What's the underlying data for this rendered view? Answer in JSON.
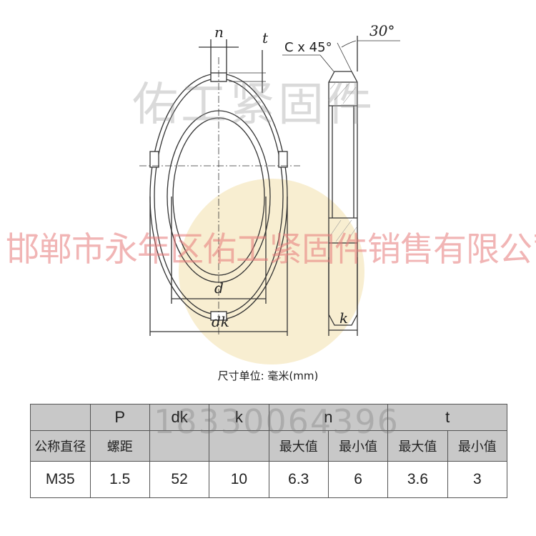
{
  "drawing": {
    "labels": {
      "n": "n",
      "t": "t",
      "chamfer": "C x 45°",
      "angle": "30°",
      "d": "d",
      "dk": "dk",
      "k": "k"
    },
    "watermark_top": "佑工紧固件",
    "watermark_company": "邯郸市永年区佑工紧固件销售有限公司",
    "logo_color": "#f3e3b5"
  },
  "unit_note": "尺寸单位: 毫米(mm)",
  "table": {
    "watermark_phone": "18330064396",
    "header1": [
      "",
      "P",
      "dk",
      "k",
      "n",
      "t"
    ],
    "header2": [
      "公称直径",
      "螺距",
      "",
      "",
      "最大值",
      "最小值",
      "最大值",
      "最小值"
    ],
    "rows": [
      [
        "M35",
        "1.5",
        "52",
        "10",
        "6.3",
        "6",
        "3.6",
        "3"
      ]
    ]
  }
}
